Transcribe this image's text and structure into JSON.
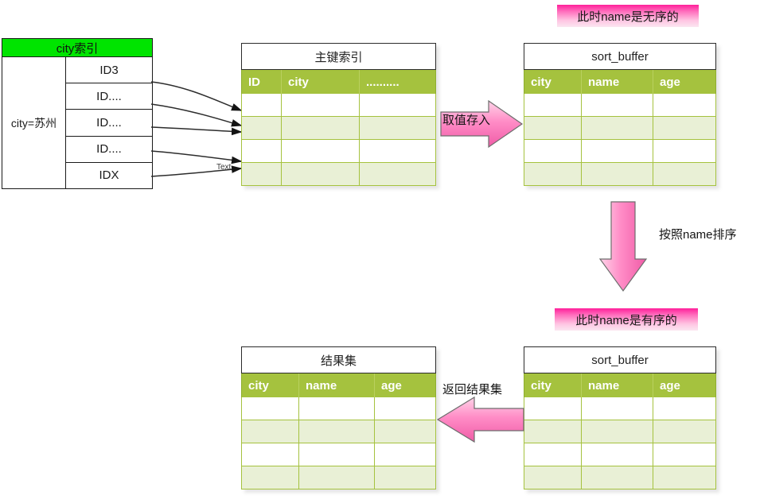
{
  "diagram": {
    "title_hint": "MySQL full-field sort (sort_buffer) flow",
    "colors": {
      "header_green": "#a5c23e",
      "row_alt": "#e9f0d6",
      "index_green": "#00e400",
      "note_pink": "#ff1f9a",
      "arrow_pink": "#ff7ec0"
    }
  },
  "city_index": {
    "header": "city索引",
    "left_cell": "city=苏州",
    "rows": [
      "ID3",
      "ID....",
      "ID....",
      "ID....",
      "IDX"
    ]
  },
  "connectors": {
    "text_label": "Text"
  },
  "primary_index_table": {
    "title": "主键索引",
    "columns": [
      "ID",
      "city",
      ".........."
    ],
    "row_count": 4
  },
  "sort_buffer_top": {
    "note": "此时name是无序的",
    "title": "sort_buffer",
    "columns": [
      "city",
      "name",
      "age"
    ],
    "row_count": 4
  },
  "sort_buffer_bottom": {
    "note": "此时name是有序的",
    "title": "sort_buffer",
    "columns": [
      "city",
      "name",
      "age"
    ],
    "row_count": 4
  },
  "result_table": {
    "title": "结果集",
    "columns": [
      "city",
      "name",
      "age"
    ],
    "row_count": 4
  },
  "arrows": {
    "fetch_into": "取值存入",
    "sort_by_name": "按照name排序",
    "return_result": "返回结果集"
  }
}
